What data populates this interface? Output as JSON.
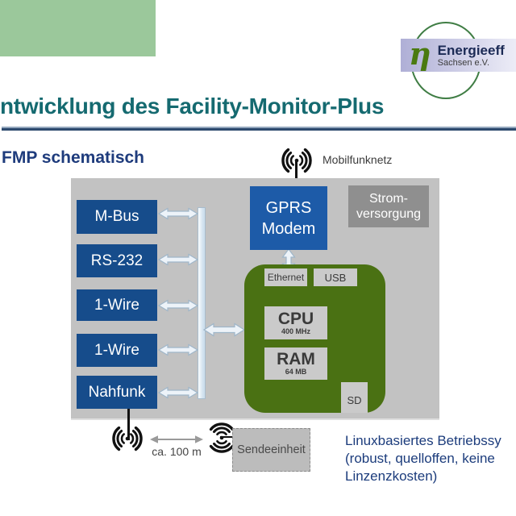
{
  "slide": {
    "title": "ntwicklung des Facility-Monitor-Plus",
    "subtitle": "FMP schematisch"
  },
  "logo": {
    "eta": "η",
    "org": "Energieeff",
    "org_sub": "Sachsen e.V."
  },
  "colors": {
    "accent_green": "#9bc89b",
    "title_teal": "#156a70",
    "heading_navy": "#1e3b7c",
    "diagram_bg": "#c2c2c2",
    "interface_blue": "#164c8b",
    "gprs_blue": "#1d5ba8",
    "power_gray": "#8f8f8f",
    "board_green": "#4a7113",
    "note_navy": "#1c3c7c"
  },
  "diagram": {
    "mobile_network_label": "Mobilfunknetz",
    "interfaces": [
      "M-Bus",
      "RS-232",
      "1-Wire",
      "1-Wire",
      "Nahfunk"
    ],
    "gprs": {
      "line1": "GPRS",
      "line2": "Modem"
    },
    "power": {
      "line1": "Strom-",
      "line2": "versorgung"
    },
    "board": {
      "eth": "Ethernet",
      "usb": "USB",
      "cpu": "CPU",
      "cpu_sub": "400 MHz",
      "ram": "RAM",
      "ram_sub": "64 MB",
      "sd": "SD"
    },
    "distance_label": "ca. 100 m",
    "sender_label": "Sendeeinheit"
  },
  "note": {
    "line1": "Linuxbasiertes Betriebssy",
    "line2": "(robust, quelloffen, keine",
    "line3": "Linzenzkosten)"
  }
}
